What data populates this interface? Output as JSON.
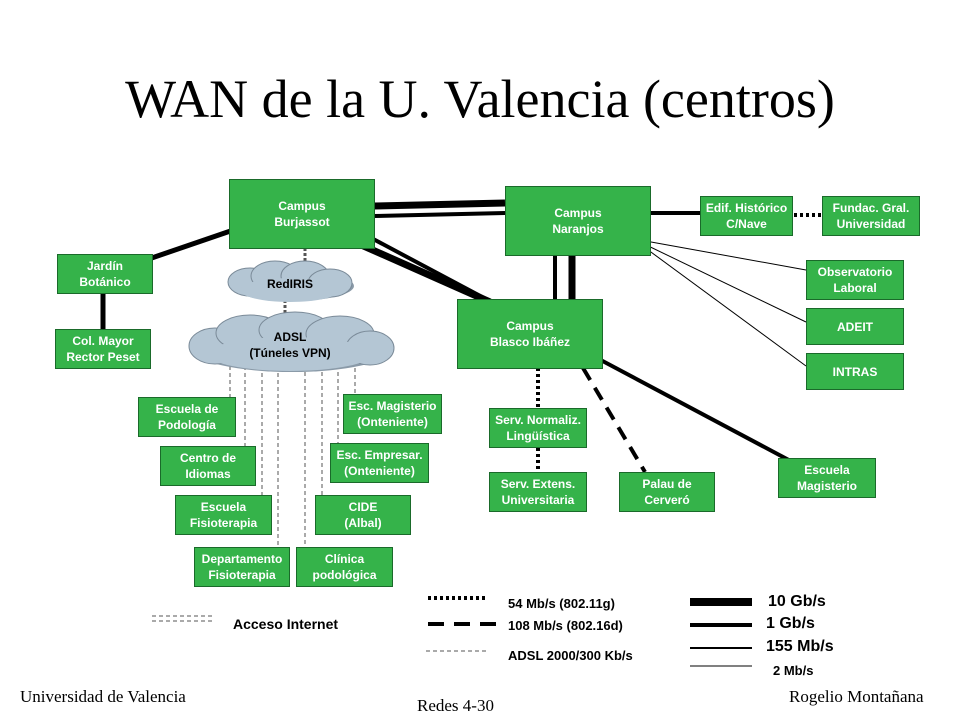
{
  "title": "WAN de la U. Valencia (centros)",
  "nodes": {
    "burjassot": "Campus\nBurjassot",
    "naranjos": "Campus\nNaranjos",
    "edif_historico": "Edif. Histórico\nC/Nave",
    "fundac": "Fundac. Gral.\nUniversidad",
    "jardin": "Jardín\nBotánico",
    "col_mayor": "Col. Mayor\nRector Peset",
    "observatorio": "Observatorio\nLaboral",
    "adeit": "ADEIT",
    "intras": "INTRAS",
    "blasco": "Campus\nBlasco Ibáñez",
    "podologia": "Escuela de\nPodología",
    "magisterio_ont": "Esc. Magisterio\n(Onteniente)",
    "serv_normaliz": "Serv. Normaliz.\nLingüística",
    "idiomas": "Centro  de\nIdiomas",
    "empresar_ont": "Esc. Empresar.\n(Onteniente)",
    "esc_magisterio": "Escuela\nMagisterio",
    "fisio_escuela": "Escuela\nFisioterapia",
    "cide": "CIDE\n(Albal)",
    "serv_extens": "Serv. Extens.\nUniversitaria",
    "palau": "Palau de\nCerveró",
    "depto_fisio": "Departamento\nFisioterapia",
    "clinica": "Clínica\npodológica"
  },
  "clouds": {
    "rediris": "RedIRIS",
    "adsl": "ADSL\n(Túneles VPN)"
  },
  "legend": {
    "acceso_internet": "Acceso Internet",
    "wifi": "54 Mb/s (802.11g)",
    "wimax": "108 Mb/s (802.16d)",
    "adsl": "ADSL 2000/300 Kb/s",
    "g10": "10 Gb/s",
    "g1": "1 Gb/s",
    "m155": "155 Mb/s",
    "m2": "2 Mb/s"
  },
  "footer": {
    "left": "Universidad de Valencia",
    "center": "Redes 4-30",
    "right": "Rogelio Montañana"
  },
  "colors": {
    "node_fill": "#35b34a",
    "node_text": "#ffffff",
    "cloud_fill": "#b4c6d4",
    "line": "#000000"
  }
}
